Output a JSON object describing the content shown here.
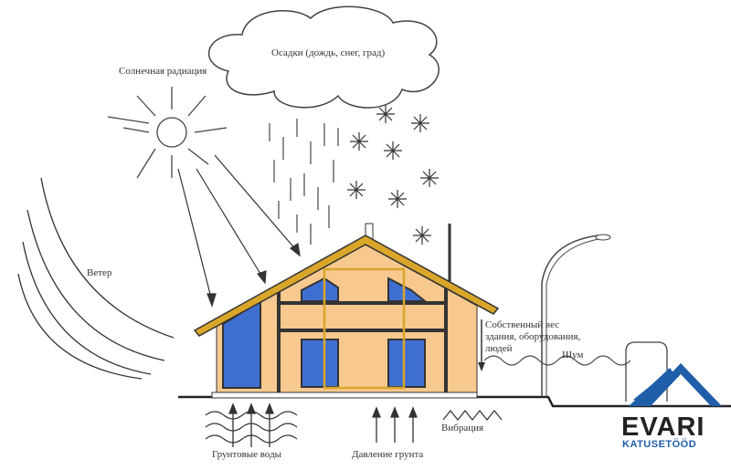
{
  "labels": {
    "solar": "Солнечная радиация",
    "precipitation": "Осадки (дождь, снег, град)",
    "wind": "Ветер",
    "dead_load_1": "Собственный вес",
    "dead_load_2": "здания, оборудования,",
    "dead_load_3": "людей",
    "noise": "Шум",
    "groundwater": "Грунтовые воды",
    "soil_pressure": "Давление грунта",
    "vibration": "Вибрация"
  },
  "logo": {
    "name": "EVARI",
    "tagline": "KATUSETÖÖD"
  },
  "colors": {
    "wall": "#f7c98e",
    "window": "#3f6fd0",
    "roof": "#d9a62a",
    "logo_blue": "#1f5ea8"
  }
}
